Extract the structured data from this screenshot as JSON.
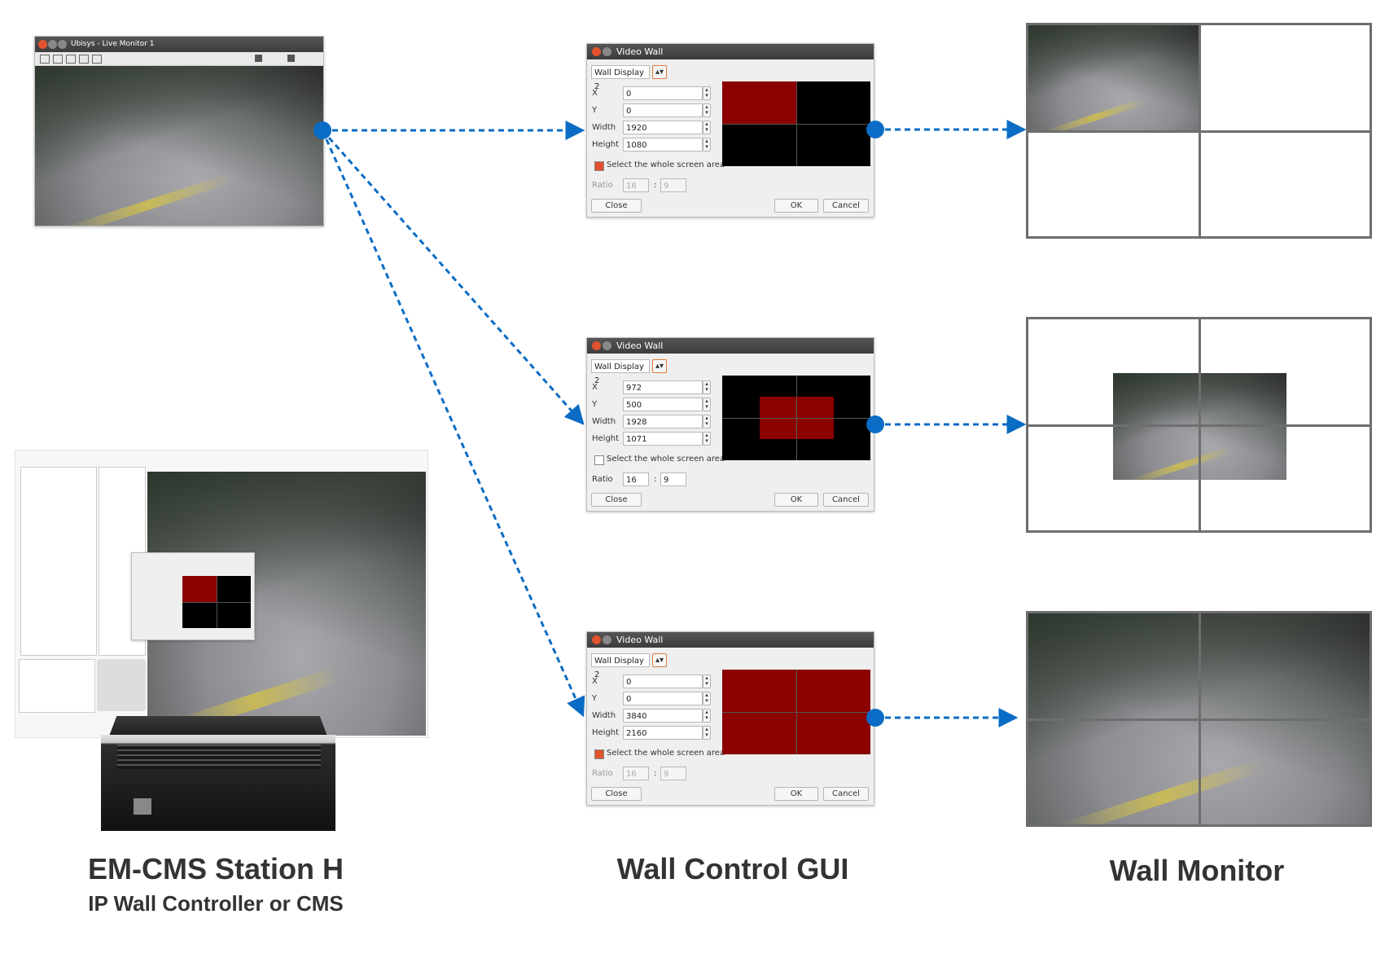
{
  "captions": {
    "station_title": "EM-CMS Station H",
    "station_subtitle": "IP Wall Controller or CMS",
    "gui_title": "Wall Control GUI",
    "monitor_title": "Wall Monitor"
  },
  "source_window": {
    "title": "Ubisys - Live Monitor 1"
  },
  "dialogs": [
    {
      "title": "Video Wall",
      "display": "Wall Display 2",
      "fields": [
        {
          "label": "X",
          "value": "0"
        },
        {
          "label": "Y",
          "value": "0"
        },
        {
          "label": "Width",
          "value": "1920"
        },
        {
          "label": "Height",
          "value": "1080"
        }
      ],
      "checkbox_label": "Select the whole screen area",
      "checked": true,
      "ratio_label": "Ratio",
      "ratio_a": "16",
      "ratio_b": "9",
      "close_label": "Close",
      "ok_label": "OK",
      "cancel_label": "Cancel"
    },
    {
      "title": "Video Wall",
      "display": "Wall Display 2",
      "fields": [
        {
          "label": "X",
          "value": "972"
        },
        {
          "label": "Y",
          "value": "500"
        },
        {
          "label": "Width",
          "value": "1928"
        },
        {
          "label": "Height",
          "value": "1071"
        }
      ],
      "checkbox_label": "Select the whole screen area",
      "checked": false,
      "ratio_label": "Ratio",
      "ratio_a": "16",
      "ratio_b": "9",
      "close_label": "Close",
      "ok_label": "OK",
      "cancel_label": "Cancel"
    },
    {
      "title": "Video Wall",
      "display": "Wall Display 2",
      "fields": [
        {
          "label": "X",
          "value": "0"
        },
        {
          "label": "Y",
          "value": "0"
        },
        {
          "label": "Width",
          "value": "3840"
        },
        {
          "label": "Height",
          "value": "2160"
        }
      ],
      "checkbox_label": "Select the whole screen area",
      "checked": true,
      "ratio_label": "Ratio",
      "ratio_a": "16",
      "ratio_b": "9",
      "close_label": "Close",
      "ok_label": "OK",
      "cancel_label": "Cancel"
    }
  ],
  "colors": {
    "arrow": "#0a6cc4",
    "selection": "#8b0000",
    "monitor_frame": "#6e6e6e"
  }
}
